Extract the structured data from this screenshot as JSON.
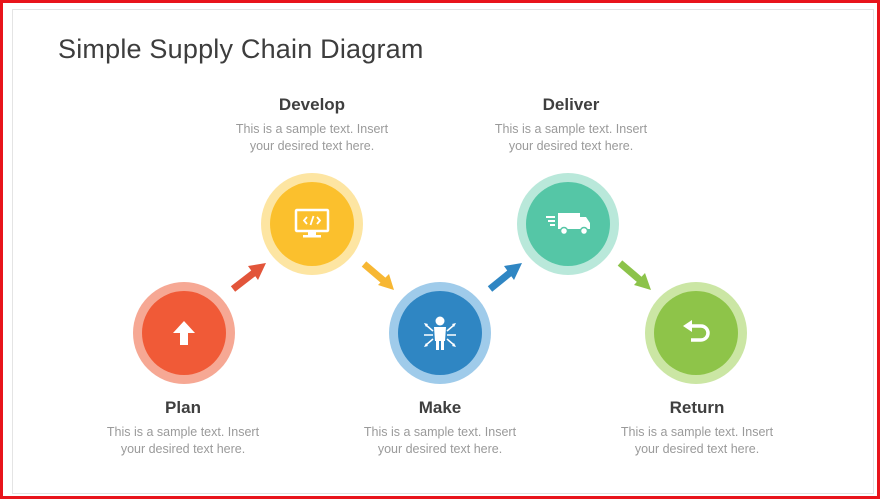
{
  "title": "Simple Supply Chain Diagram",
  "steps": [
    {
      "name": "Plan",
      "line1": "This is a sample text.  Insert",
      "line2": "your desired text here.",
      "color": "#f05a37",
      "ring": "#f6a894",
      "icon": "arrow-up-icon"
    },
    {
      "name": "Develop",
      "line1": "This is a sample text.  Insert",
      "line2": "your desired text here.",
      "color": "#fbc02d",
      "ring": "#fde5a2",
      "icon": "monitor-code-icon"
    },
    {
      "name": "Make",
      "line1": "This is a sample text.  Insert",
      "line2": "your desired text here.",
      "color": "#2f86c3",
      "ring": "#9fcbea",
      "icon": "person-network-icon"
    },
    {
      "name": "Deliver",
      "line1": "This is a sample text.  Insert",
      "line2": "your desired text here.",
      "color": "#55c6a6",
      "ring": "#b9e8da",
      "icon": "delivery-truck-icon"
    },
    {
      "name": "Return",
      "line1": "This is a sample text.  Insert",
      "line2": "your desired text here.",
      "color": "#8ec449",
      "ring": "#cbe6a4",
      "icon": "return-arrow-icon"
    }
  ],
  "connector_colors": [
    "#e2553a",
    "#f7b733",
    "#2f86c3",
    "#8cc34a"
  ]
}
